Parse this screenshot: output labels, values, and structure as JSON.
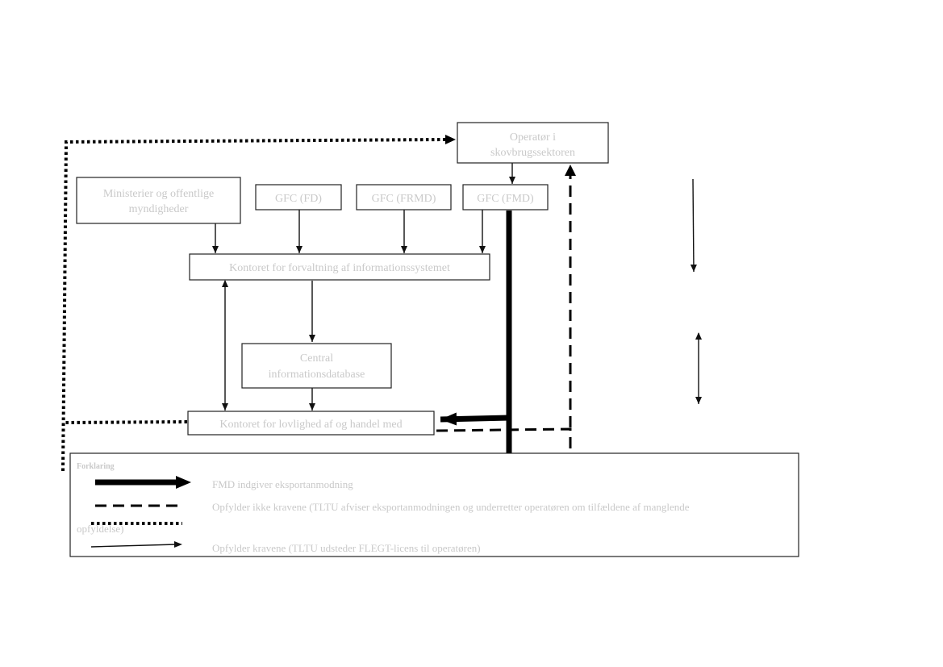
{
  "nodes": {
    "operator": [
      "Operatør i",
      "skovbrugssektoren"
    ],
    "ministries": [
      "Ministerier og offentlige",
      "myndigheder"
    ],
    "gfc_fd": [
      "GFC (FD)"
    ],
    "gfc_frmd": [
      "GFC (FRMD)"
    ],
    "gfc_fmd": [
      "GFC (FMD)"
    ],
    "info_office": [
      "Kontoret for forvaltning af informationssystemet"
    ],
    "central_db": [
      "Central",
      "informationsdatabase"
    ],
    "legality_office": [
      "Kontoret for lovlighed af og handel med"
    ]
  },
  "legend": {
    "title": "Forklaring",
    "items": [
      {
        "style": "thick",
        "label": "FMD indgiver eksportanmodning"
      },
      {
        "style": "dashed",
        "label": "Opfylder ikke kravene (TLTU afviser eksportanmodningen og underretter operatøren om tilfældene af manglende"
      },
      {
        "style": "dotted",
        "label": "opfyldelse)"
      },
      {
        "style": "thin",
        "label": "Opfylder kravene (TLTU udsteder FLEGT-licens til operatøren)"
      }
    ]
  },
  "colors": {
    "text": "#c9c9c9",
    "border": "#222222",
    "line": "#000000"
  }
}
